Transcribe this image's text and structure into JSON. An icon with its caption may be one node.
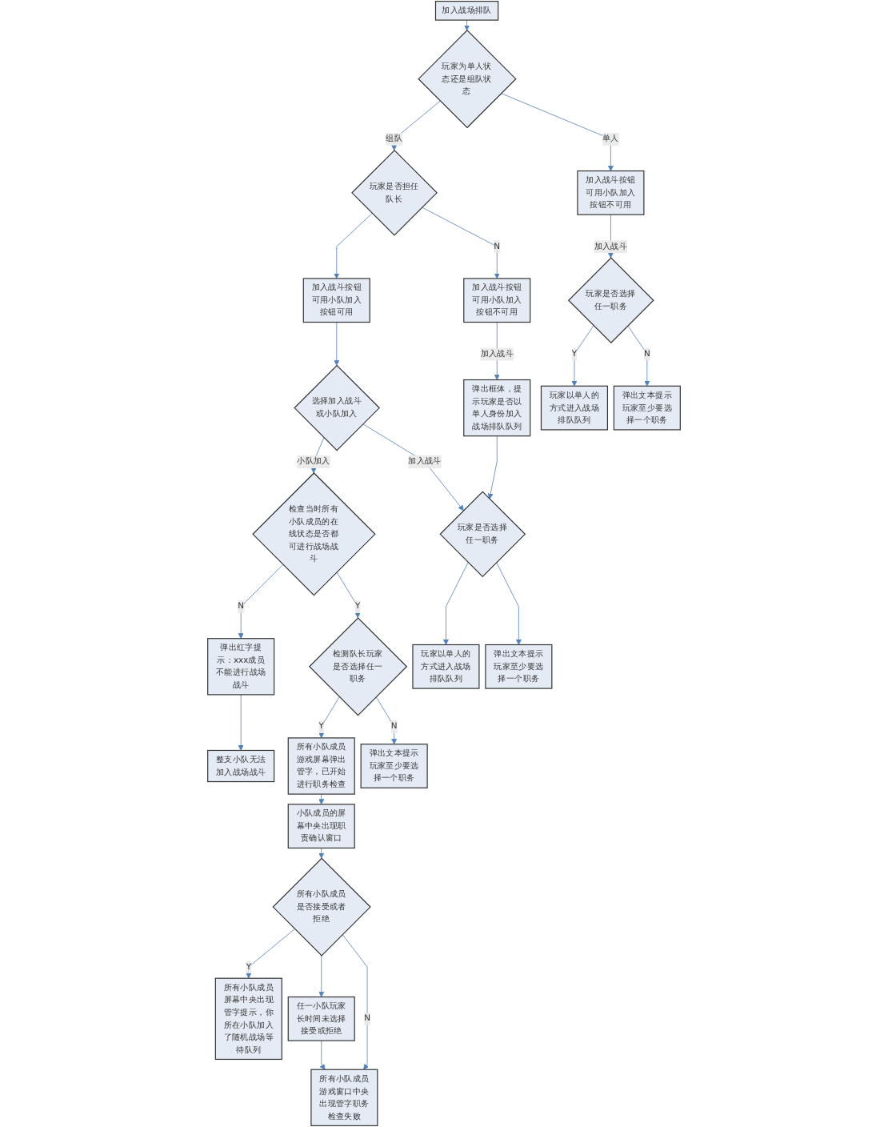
{
  "diagram": {
    "nodes": [
      {
        "text": [
          "加入战场排队"
        ]
      },
      {
        "text": [
          "玩家为单人状态还是组队状态"
        ]
      },
      {
        "text": [
          "玩家是否担任队长"
        ]
      },
      {
        "text": [
          "加入战斗按钮可用小队加入按钮不可用"
        ]
      },
      {
        "text": [
          "加入战斗按钮可用小队加入按钮可用"
        ]
      },
      {
        "text": [
          "加入战斗按钮可用小队加入按钮不可用"
        ]
      },
      {
        "text": [
          "玩家是否选择任一职务"
        ]
      },
      {
        "text": [
          "玩家以单人的方式进入战场排队队列"
        ]
      },
      {
        "text": [
          "弹出文本提示玩家至少要选择一个职务"
        ]
      },
      {
        "text": [
          "弹出框体，提示玩家是否以单人身份加入战场排队队列"
        ]
      },
      {
        "text": [
          "选择加入战斗或小队加入"
        ]
      },
      {
        "text": [
          "玩家是否选择任一职务"
        ]
      },
      {
        "text": [
          "玩家以单人的方式进入战场排队队列"
        ]
      },
      {
        "text": [
          "弹出文本提示玩家至少要选择一个职务"
        ]
      },
      {
        "text": [
          "检查当时所有小队成员的在线状态是否都可进行战场战斗"
        ]
      },
      {
        "text": [
          "检测队长玩家是否选择任一职务"
        ]
      },
      {
        "text": [
          "弹出红字提示：xxx成员不能进行战场战斗"
        ]
      },
      {
        "text": [
          "整支小队无法加入战场战斗"
        ]
      },
      {
        "text": [
          "所有小队成员游戏屏幕弹出管字，已开始进行职务检查"
        ]
      },
      {
        "text": [
          "弹出文本提示玩家至少要选择一个职务"
        ]
      },
      {
        "text": [
          "小队成员的屏幕中央出现职责确认窗口"
        ]
      },
      {
        "text": [
          "所有小队成员是否接受或者拒绝"
        ]
      },
      {
        "text": [
          "所有小队成员屏幕中央出现管字提示，你所在小队加入了随机战场等待队列"
        ]
      },
      {
        "text": [
          "任一小队玩家长时间未选择接受或拒绝"
        ]
      },
      {
        "text": [
          "所有小队成员游戏窗口中央出现管字职务检查失败"
        ]
      }
    ],
    "edges": [
      {
        "from": 0,
        "to": 1,
        "arrow": "to"
      },
      {
        "from": 1,
        "to": 2,
        "label": "组队",
        "arrow": "to"
      },
      {
        "from": 1,
        "to": 3,
        "label": "单人",
        "arrow": "to"
      },
      {
        "from": 2,
        "to": 4,
        "arrow": "to"
      },
      {
        "from": 2,
        "to": 5,
        "label": "N",
        "arrow": "to"
      },
      {
        "from": 3,
        "to": 6,
        "label": "加入战斗",
        "arrow": "to"
      },
      {
        "from": 6,
        "to": 7,
        "label": "Y",
        "arrow": "to"
      },
      {
        "from": 6,
        "to": 8,
        "label": "N",
        "arrow": "to"
      },
      {
        "from": 5,
        "to": 9,
        "label": "加入战斗",
        "arrow": "to"
      },
      {
        "from": 4,
        "to": 10,
        "arrow": "to"
      },
      {
        "from": 10,
        "to": 14,
        "label": "小队加入",
        "arrow": "to"
      },
      {
        "from": 10,
        "to": 11,
        "label": "加入战斗",
        "arrow": "to"
      },
      {
        "from": 9,
        "to": 11,
        "arrow": "to"
      },
      {
        "from": 11,
        "to": 12,
        "arrow": "to"
      },
      {
        "from": 11,
        "to": 13,
        "arrow": "to"
      },
      {
        "from": 14,
        "to": 16,
        "label": "N",
        "arrow": "to"
      },
      {
        "from": 14,
        "to": 15,
        "label": "Y",
        "arrow": "to"
      },
      {
        "from": 16,
        "to": 17,
        "arrow": "to"
      },
      {
        "from": 15,
        "to": 18,
        "label": "Y",
        "arrow": "to"
      },
      {
        "from": 15,
        "to": 19,
        "label": "N",
        "arrow": "to"
      },
      {
        "from": 18,
        "to": 20,
        "arrow": "to"
      },
      {
        "from": 20,
        "to": 21,
        "arrow": "to"
      },
      {
        "from": 21,
        "to": 22,
        "label": "Y",
        "arrow": "to"
      },
      {
        "from": 21,
        "to": 23,
        "arrow": "to"
      },
      {
        "from": 21,
        "to": 24,
        "label": "N",
        "arrow": "to"
      },
      {
        "from": 23,
        "to": 24,
        "arrow": "to"
      }
    ]
  }
}
